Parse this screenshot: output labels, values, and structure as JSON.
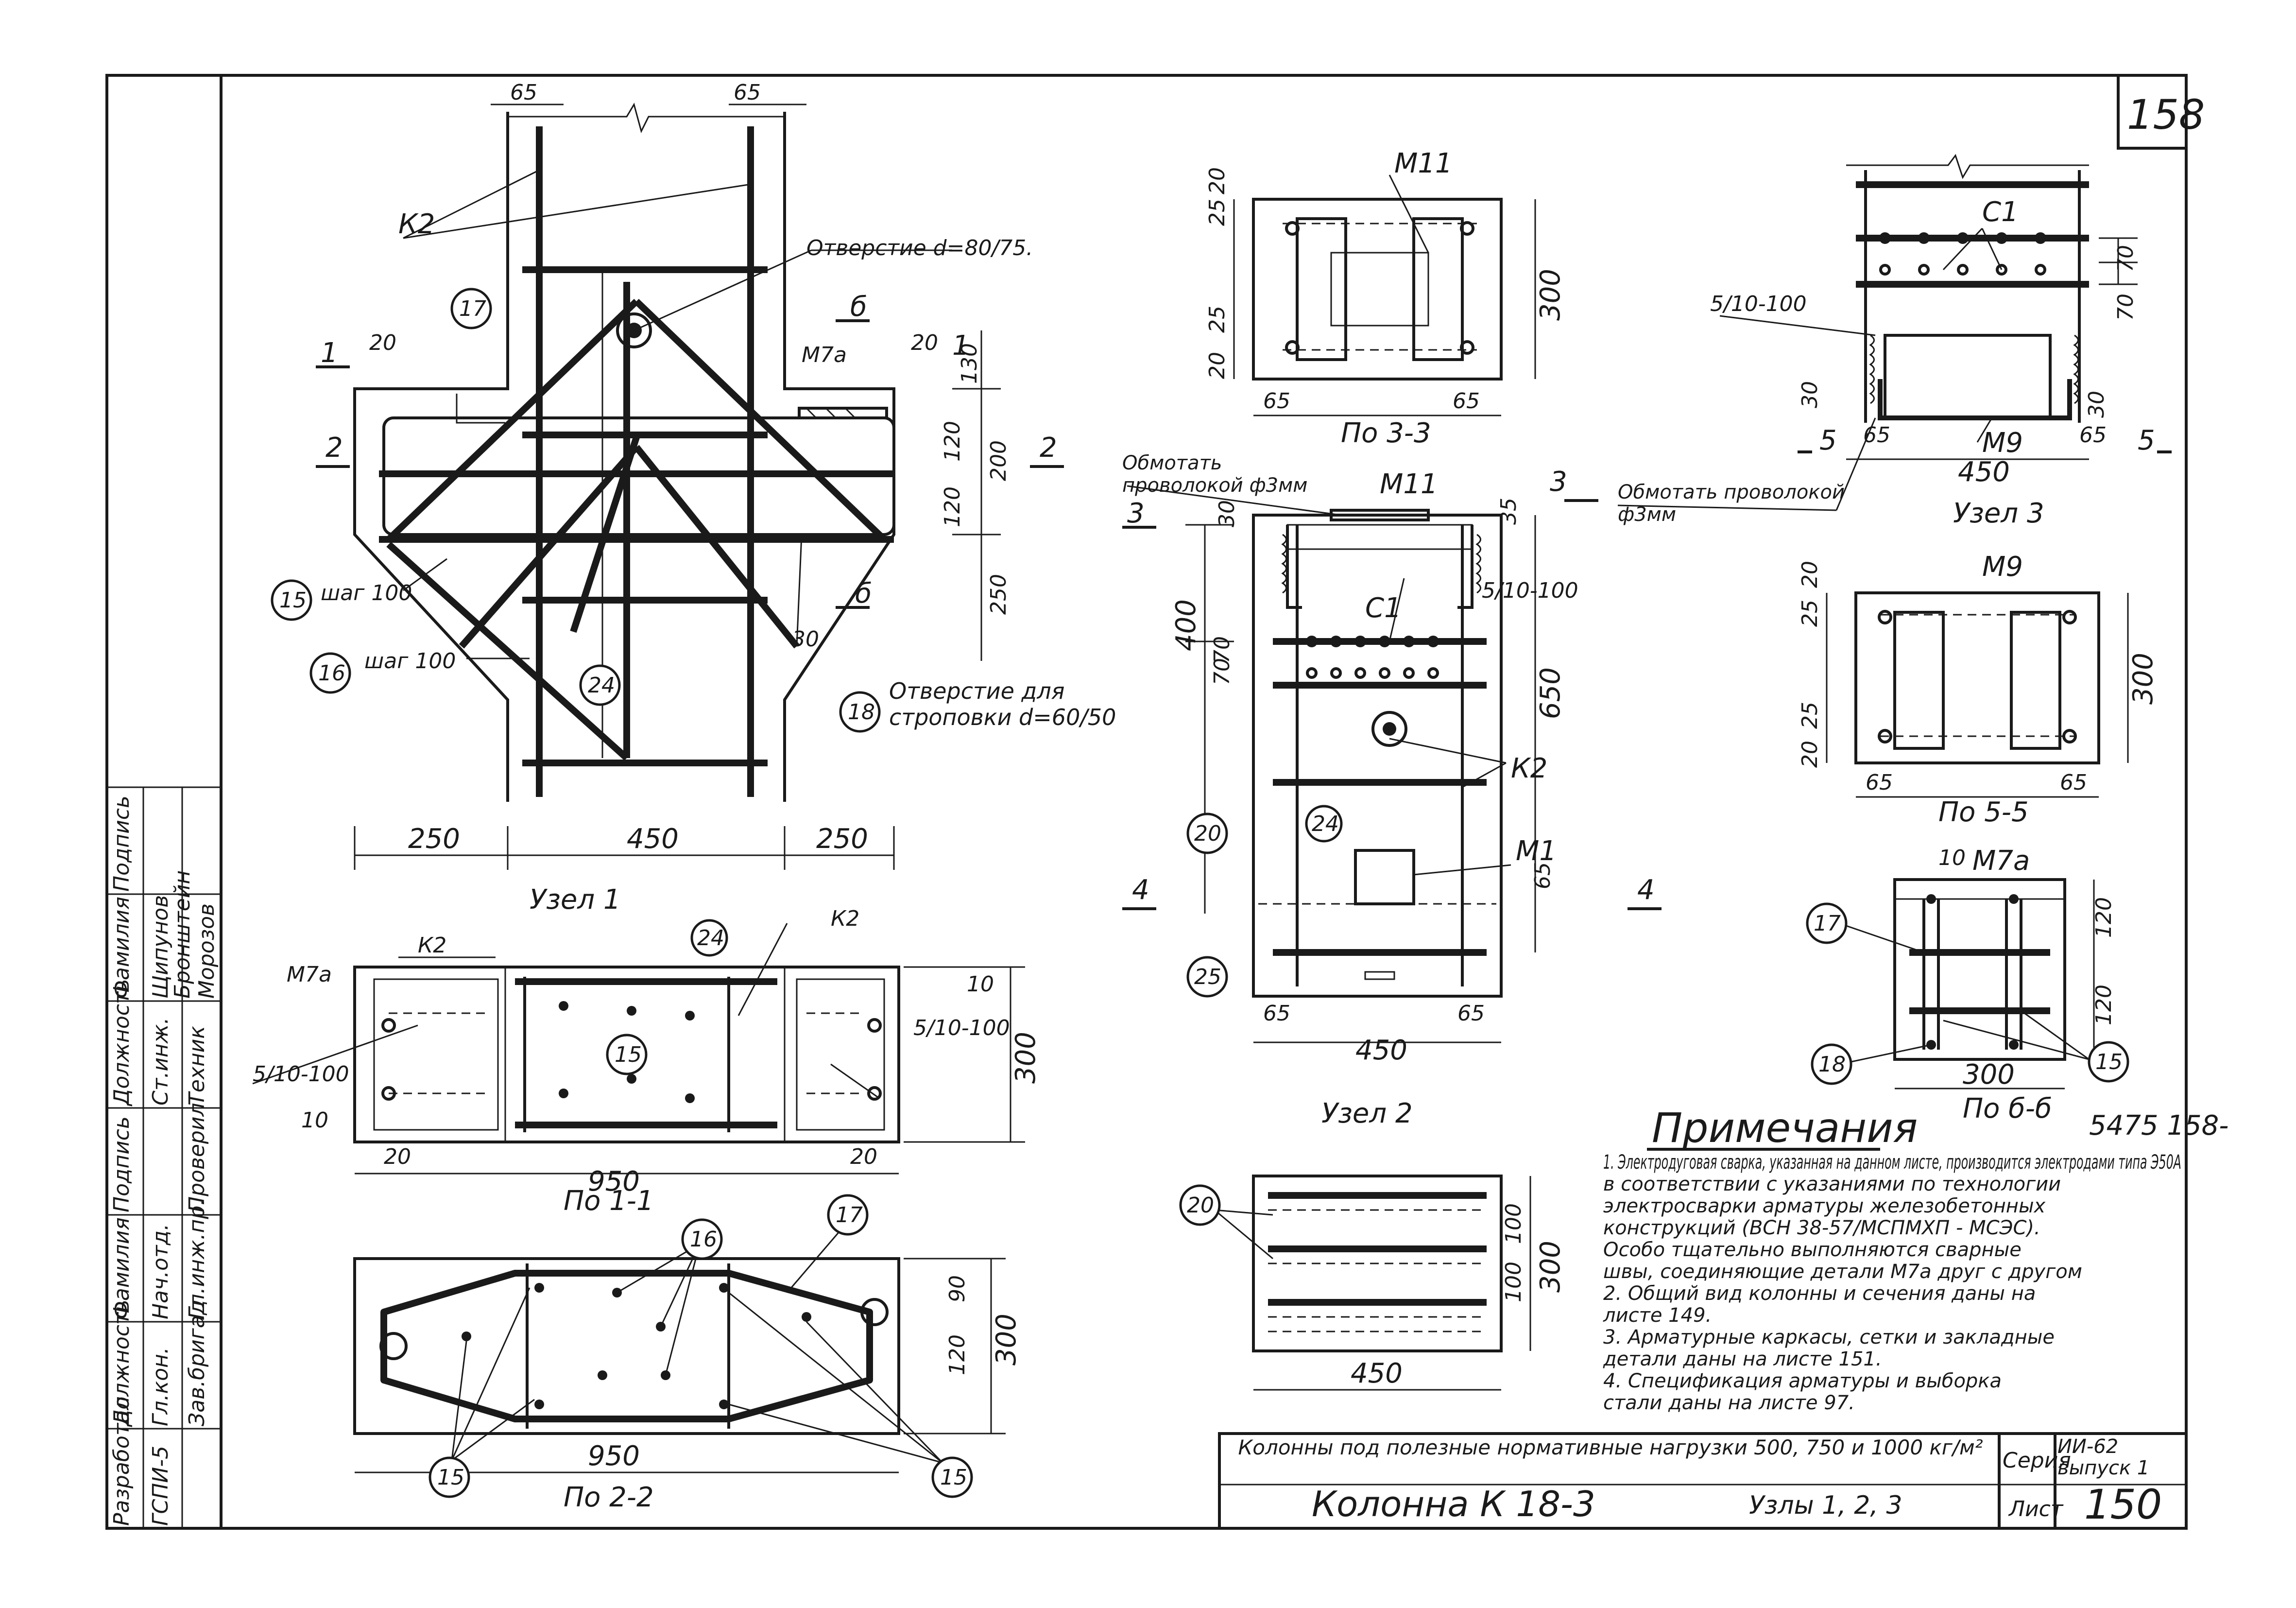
{
  "sheet": {
    "sheet_number": "158",
    "inventory_number": "5475 158-",
    "series_label": "Серия",
    "series_value": "ИИ-62 выпуск 1",
    "sheet_label": "Лист",
    "sheet_value": "150",
    "title_main": "Колонны под полезные нормативные нагрузки 500, 750 и 1000 кг/м²",
    "title_column": "Колонна К 18-3",
    "title_nodes": "Узлы 1, 2, 3"
  },
  "stamp": {
    "headers": [
      "Разработал",
      "Должность",
      "Фамилия",
      "Подпись",
      "Должность",
      "Фамилия",
      "Подпись"
    ],
    "cells": [
      "Гл.кон.",
      "Нач.отд.",
      "Зав.бригад",
      "Гл.инж.пр.",
      "Ст.инж.",
      "Техник",
      "Проверил",
      "Щипунов",
      "Бронштейн",
      "Морозов"
    ],
    "code": "ГСПИ-5"
  },
  "node1": {
    "title": "Узел 1",
    "labels": [
      "К2",
      "Отверстие d=80/75.",
      "М7а",
      "шаг 100",
      "шаг 100",
      "Отверстие для строповки d=60/50"
    ],
    "dims": [
      "65",
      "65",
      "20",
      "20",
      "130",
      "120",
      "200",
      "120",
      "250",
      "30",
      "250",
      "450",
      "250"
    ],
    "sections": [
      "1",
      "1",
      "2",
      "2",
      "б",
      "б"
    ],
    "bubbles": [
      "17",
      "15",
      "16",
      "24",
      "18"
    ]
  },
  "sec11": {
    "title": "По 1-1",
    "labels": [
      "М7а",
      "К2",
      "К2",
      "5/10-100",
      "5/10-100"
    ],
    "dims": [
      "10",
      "300",
      "10",
      "20",
      "20",
      "950"
    ],
    "bubbles": [
      "24",
      "15"
    ]
  },
  "sec22": {
    "title": "По 2-2",
    "dims": [
      "90",
      "120",
      "300",
      "950"
    ],
    "bubbles": [
      "16",
      "17",
      "15",
      "15"
    ]
  },
  "sec33": {
    "title": "По 3-3",
    "labels": [
      "М11"
    ],
    "dims": [
      "20",
      "25",
      "25",
      "20",
      "300",
      "65",
      "65"
    ]
  },
  "node2": {
    "title": "Узел 2",
    "labels": [
      "Обмотать проволокой ф3мм",
      "М11",
      "С1",
      "5/10-100",
      "К2",
      "М1"
    ],
    "dims": [
      "30",
      "35",
      "400",
      "70",
      "70",
      "650",
      "65",
      "65",
      "65",
      "450"
    ],
    "sections": [
      "3",
      "3",
      "4",
      "4"
    ],
    "bubbles": [
      "20",
      "24",
      "25"
    ]
  },
  "node2b": {
    "dims": [
      "100",
      "100",
      "300",
      "450"
    ],
    "bubbles": [
      "20"
    ]
  },
  "node3": {
    "title": "Узел 3",
    "labels": [
      "С1",
      "5/10-100",
      "М9",
      "Обмотать проволокой ф3мм"
    ],
    "dims": [
      "70",
      "70",
      "30",
      "30",
      "65",
      "65",
      "450"
    ],
    "sections": [
      "5",
      "5"
    ]
  },
  "sec55": {
    "title": "По 5-5",
    "labels": [
      "М9"
    ],
    "dims": [
      "20",
      "25",
      "25",
      "20",
      "300",
      "65",
      "65"
    ]
  },
  "sec66": {
    "title": "По б-б",
    "labels": [
      "М7а"
    ],
    "dims": [
      "10",
      "120",
      "120",
      "300"
    ],
    "bubbles": [
      "17",
      "18",
      "15"
    ]
  },
  "notes": {
    "heading": "Примечания",
    "items": [
      "1. Электродуговая сварка, указанная на данном листе, производится электродами типа Э50А",
      "в соответствии с указаниями по технологии",
      "электросварки арматуры железобетонных",
      "конструкций (ВСН 38-57/МСПМХП - МСЭС).",
      "Особо тщательно выполняются сварные",
      "швы, соединяющие детали М7а друг с другом",
      "2. Общий вид колонны и сечения даны на",
      "листе 149.",
      "3. Арматурные каркасы, сетки и закладные",
      "детали даны на листе 151.",
      "4. Спецификация арматуры и выборка",
      "стали даны на листе 97."
    ]
  }
}
